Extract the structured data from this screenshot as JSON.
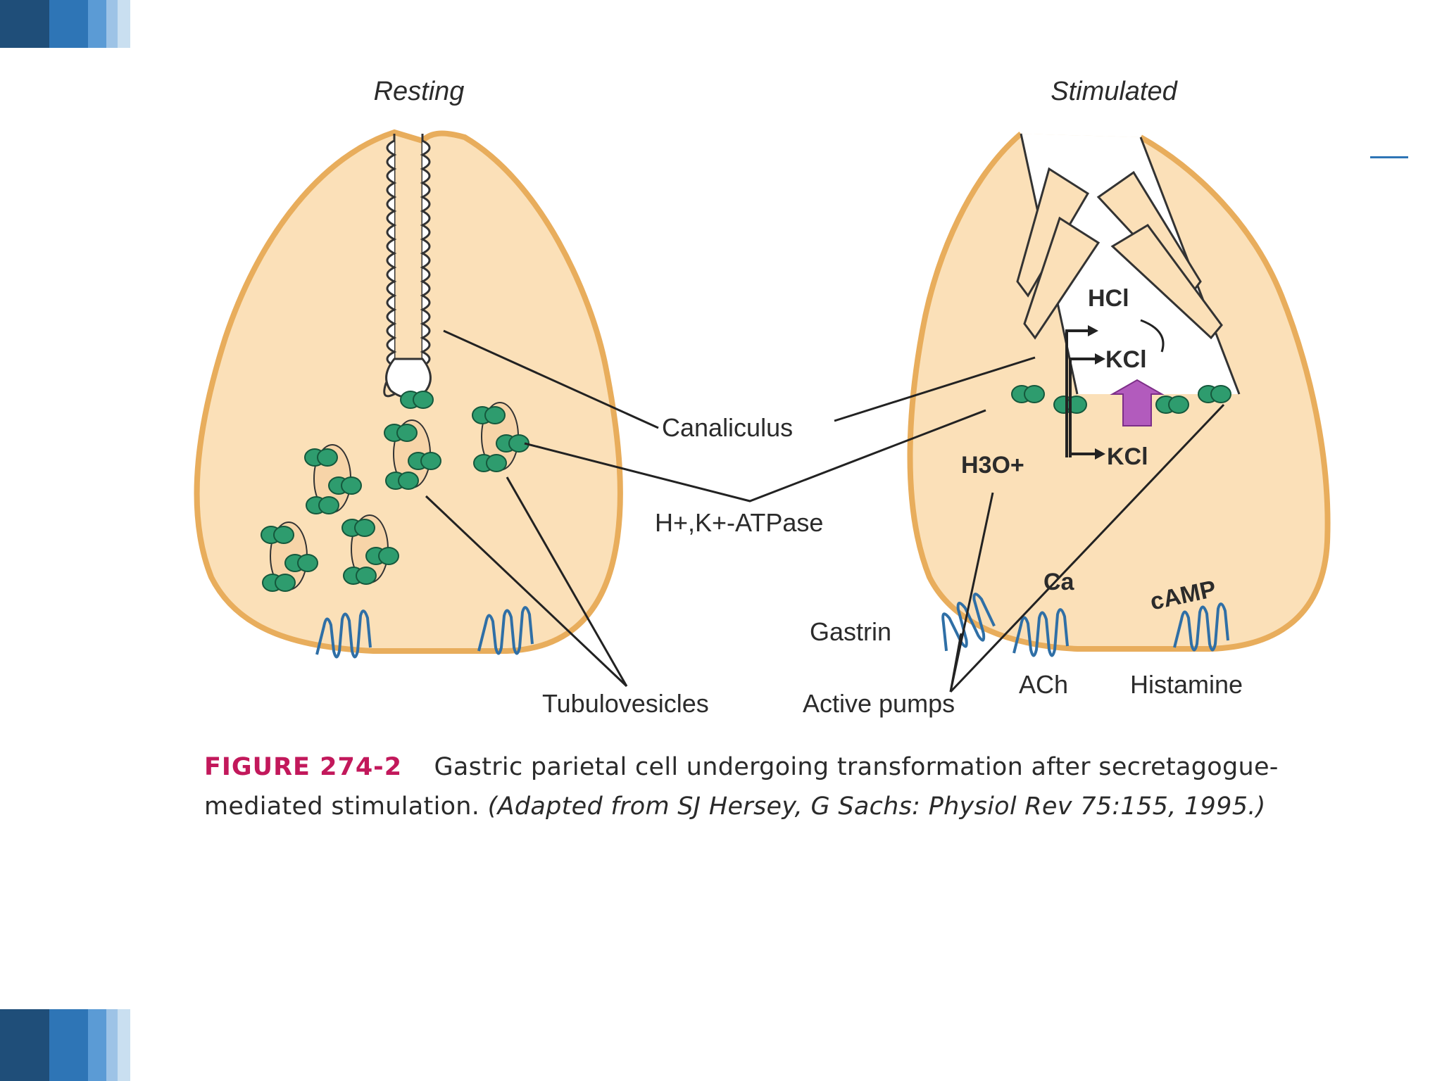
{
  "slide": {
    "accent_colors": [
      "#1f4e79",
      "#2e75b6",
      "#5b9bd5",
      "#9dc3e6",
      "#c9dff0"
    ]
  },
  "diagram": {
    "panel_left_title": "Resting",
    "panel_right_title": "Stimulated",
    "labels": {
      "canaliculus": "Canaliculus",
      "atpase": "H+,K+-ATPase",
      "tubulovesicles": "Tubulovesicles",
      "active_pumps": "Active pumps",
      "gastrin": "Gastrin",
      "ach": "ACh",
      "histamine": "Histamine",
      "hcl": "HCl",
      "kcl_top": "KCl",
      "kcl_bottom": "KCl",
      "h3o": "H3O+",
      "ca": "Ca",
      "camp": "cAMP"
    },
    "colors": {
      "cell_fill": "#fbe0b8",
      "cell_outline": "#e8ad5c",
      "pump": "#2e9c6e",
      "receptor": "#2f6fa6",
      "arrow": "#b25bbd"
    }
  },
  "caption": {
    "figure_number": "FIGURE 274-2",
    "text": "Gastric parietal cell undergoing transformation after secretagogue-mediated stimulation.",
    "source": "(Adapted from SJ Hersey, G Sachs: Physiol Rev 75:155, 1995.)"
  }
}
